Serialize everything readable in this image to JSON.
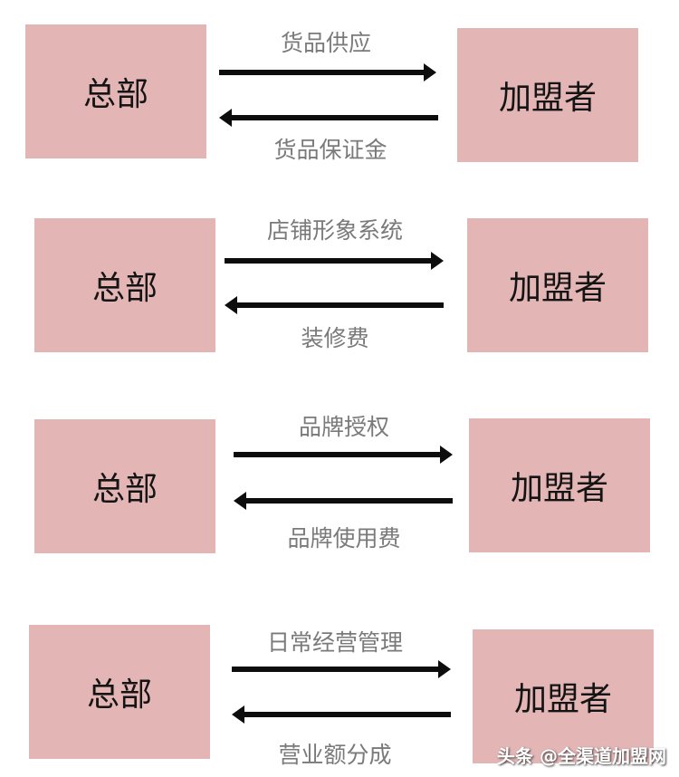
{
  "rows": [
    {
      "left": "总部",
      "right": "加盟者",
      "top_label": "货品供应",
      "bottom_label": "货品保证金"
    },
    {
      "left": "总部",
      "right": "加盟者",
      "top_label": "店铺形象系统",
      "bottom_label": "装修费"
    },
    {
      "left": "总部",
      "right": "加盟者",
      "top_label": "品牌授权",
      "bottom_label": "品牌使用费"
    },
    {
      "left": "总部",
      "right": "加盟者",
      "top_label": "日常经营管理",
      "bottom_label": "营业额分成"
    }
  ],
  "watermark": "头条 @全渠道加盟网",
  "colors": {
    "box": "#e3b5b5",
    "arrow": "#0d0d0d",
    "label": "#7a7a7a"
  }
}
